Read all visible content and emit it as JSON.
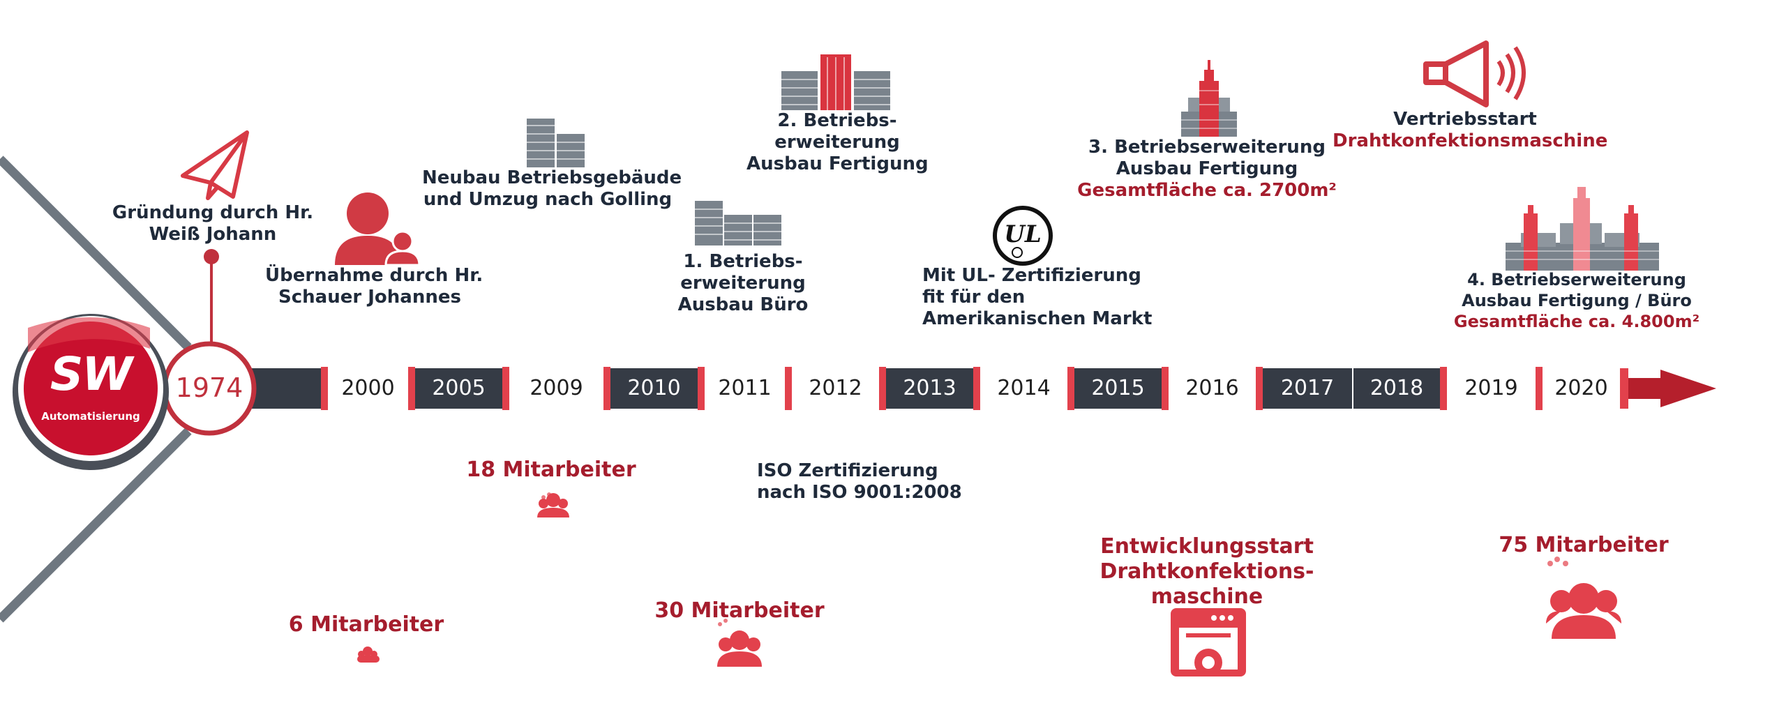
{
  "logo": {
    "letters": "SW",
    "subtitle": "Automatisierung"
  },
  "start_year": "1974",
  "years": [
    {
      "label": "2000",
      "dark": false
    },
    {
      "label": "2005",
      "dark": true
    },
    {
      "label": "2009",
      "dark": false
    },
    {
      "label": "2010",
      "dark": true
    },
    {
      "label": "2011",
      "dark": false
    },
    {
      "label": "2012",
      "dark": false
    },
    {
      "label": "2013",
      "dark": true
    },
    {
      "label": "2014",
      "dark": false
    },
    {
      "label": "2015",
      "dark": true
    },
    {
      "label": "2016",
      "dark": false
    },
    {
      "label": "2017",
      "dark": true
    },
    {
      "label": "2018",
      "dark": true
    },
    {
      "label": "2019",
      "dark": false
    },
    {
      "label": "2020",
      "dark": false
    }
  ],
  "events": {
    "gruendung": [
      "Gründung durch Hr.",
      "Weiß Johann"
    ],
    "uebernahme": [
      "Übernahme durch Hr.",
      "Schauer Johannes"
    ],
    "neubau": [
      "Neubau Betriebsgebäude",
      "und Umzug nach Golling"
    ],
    "erweiterung1": [
      "1. Betriebs-",
      "erweiterung",
      "Ausbau Büro"
    ],
    "erweiterung2": [
      "2. Betriebs-",
      "erweiterung",
      "Ausbau Fertigung"
    ],
    "ul": [
      "Mit UL- Zertifizierung",
      "fit für den",
      "Amerikanischen Markt"
    ],
    "ul_mark": "UL",
    "erweiterung3": [
      "3. Betriebserweiterung",
      "Ausbau Fertigung"
    ],
    "erweiterung3_area": "Gesamtfläche ca. 2700m²",
    "vertrieb": "Vertriebsstart",
    "vertrieb_red": "Drahtkonfektionsmaschine",
    "erweiterung4": [
      "4. Betriebserweiterung",
      "Ausbau Fertigung / Büro"
    ],
    "erweiterung4_area": "Gesamtfläche ca. 4.800m²",
    "iso": [
      "ISO Zertifizierung",
      "nach ISO 9001:2008"
    ],
    "entwicklung": [
      "Entwicklungsstart",
      "Drahtkonfektions-",
      "maschine"
    ]
  },
  "employees": {
    "m6": "6 Mitarbeiter",
    "m18": "18 Mitarbeiter",
    "m30": "30 Mitarbeiter",
    "m75": "75 Mitarbeiter"
  },
  "colors": {
    "accent": "#e2414c",
    "dark_red": "#a51d2d",
    "bar": "#353b45",
    "grey": "#6e7780"
  },
  "icons": [
    "paper-plane-icon",
    "user-group-icon",
    "building-icon",
    "ul-certification-icon",
    "megaphone-icon",
    "skyscraper-icon",
    "team-icon",
    "web-gear-icon",
    "arrow-right-icon"
  ]
}
